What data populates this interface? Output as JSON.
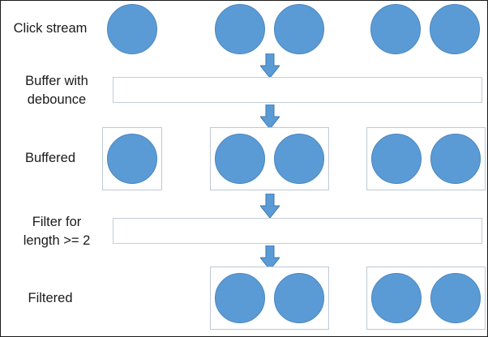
{
  "colors": {
    "marble": "#5b9bd5",
    "marble_border": "#4a87c0",
    "arrow_fill": "#5b9bd5",
    "arrow_border": "#3f79ad"
  },
  "rows": {
    "click_stream": {
      "label_lines": [
        "Click stream"
      ]
    },
    "buffer_op": {
      "label_lines": [
        "Buffer with",
        "debounce"
      ]
    },
    "buffered": {
      "label_lines": [
        "Buffered"
      ]
    },
    "filter_op": {
      "label_lines": [
        "Filter for",
        "length >= 2"
      ]
    },
    "filtered": {
      "label_lines": [
        "Filtered"
      ]
    }
  },
  "icons": {
    "click_marble": "circle",
    "flow_arrow": "arrow-down"
  }
}
